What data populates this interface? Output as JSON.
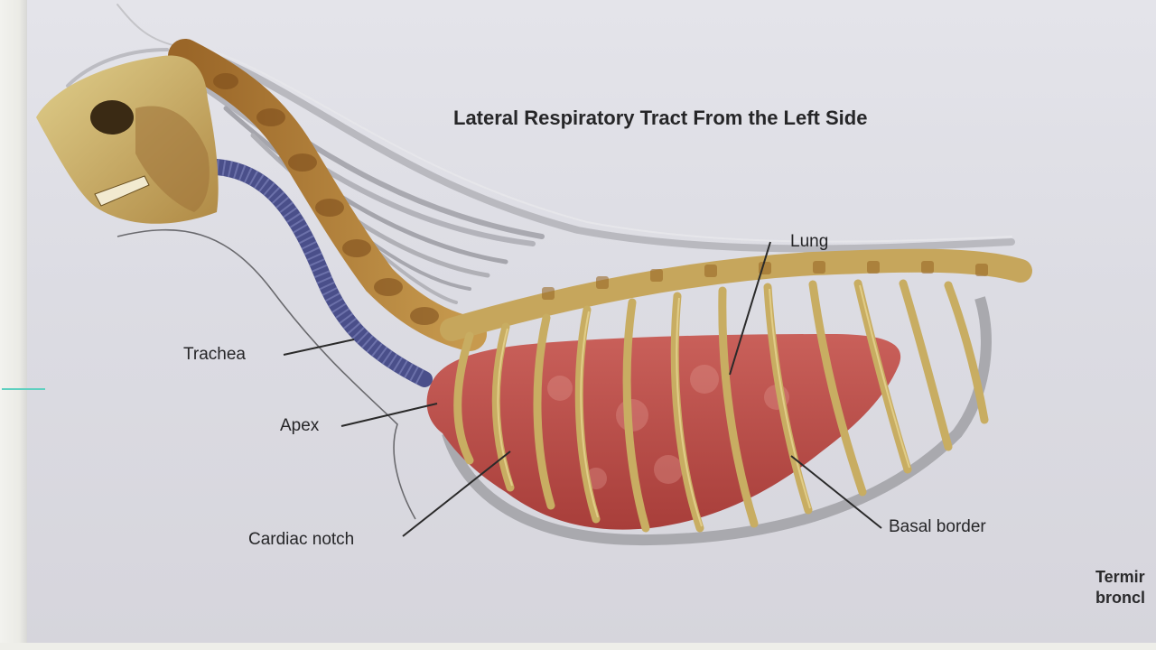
{
  "diagram": {
    "title": "Lateral Respiratory Tract From the Left Side",
    "labels": {
      "lung": "Lung",
      "trachea": "Trachea",
      "apex": "Apex",
      "cardiac_notch": "Cardiac notch",
      "basal_border": "Basal border",
      "terminal_line1": "Termir",
      "terminal_line2": "broncl"
    }
  },
  "colors": {
    "background": "#dcdce3",
    "bone": "#c9b06a",
    "bone_dark": "#8a5a22",
    "lung": "#c0504a",
    "trachea": "#4a4f8a",
    "muscle": "#b8b8bc",
    "leader_line": "#2a2a2a"
  }
}
